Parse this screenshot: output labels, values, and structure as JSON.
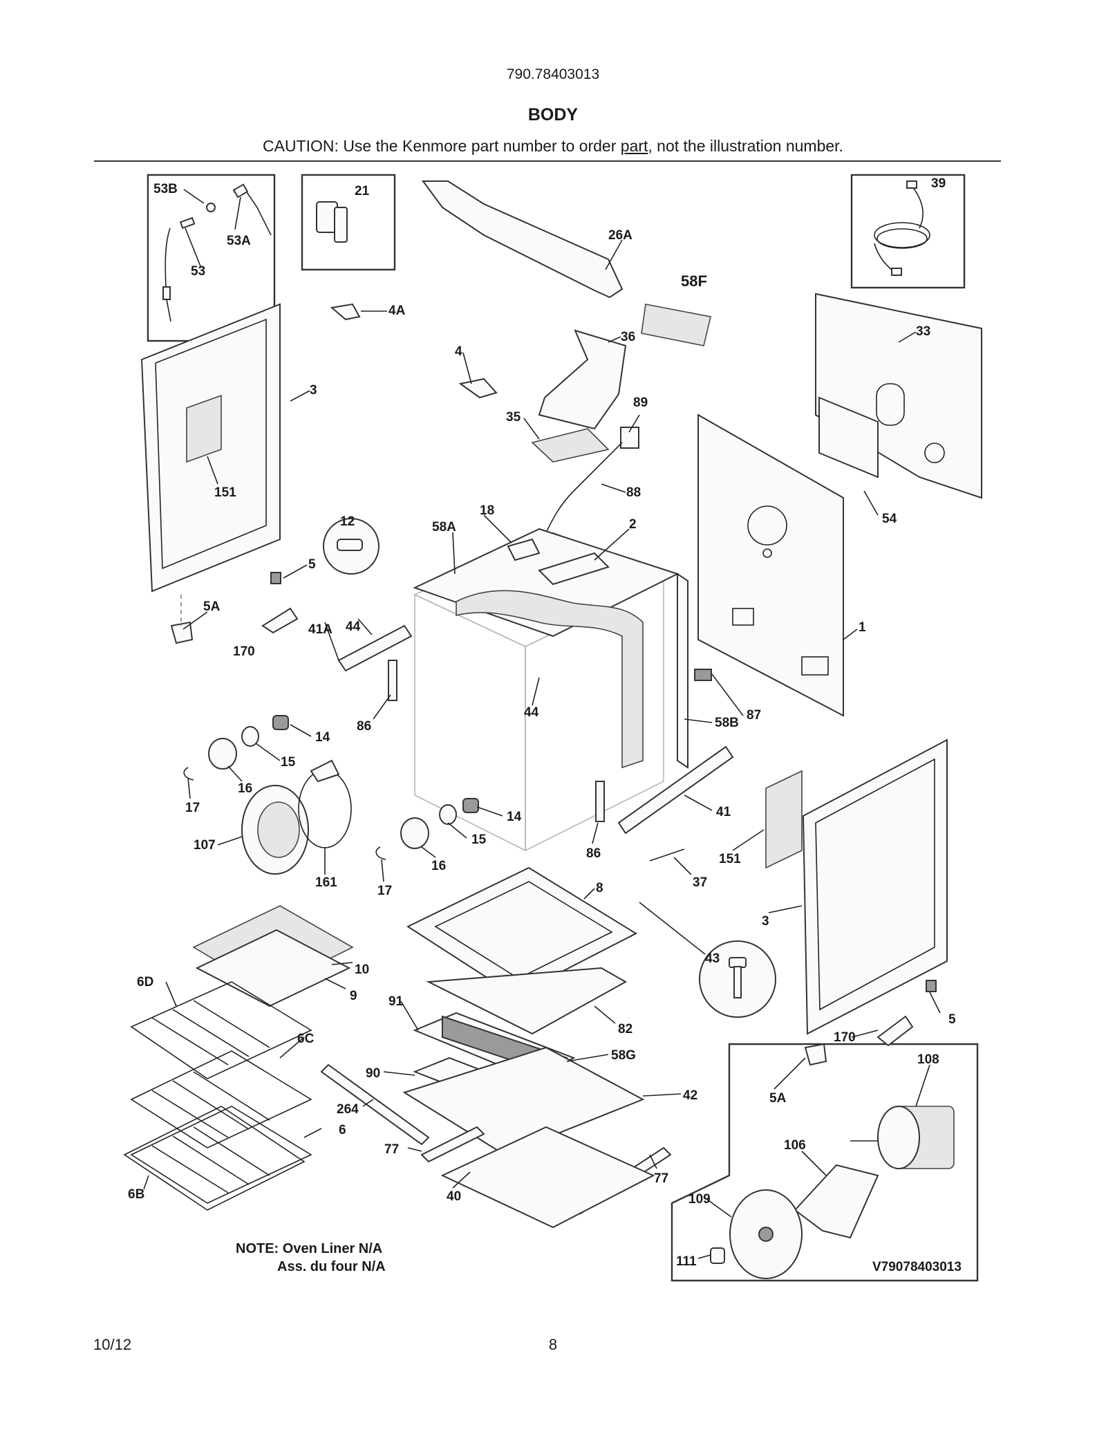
{
  "header": {
    "model_number": "790.78403013",
    "section_title": "BODY",
    "caution_prefix": "CAUTION: Use the Kenmore part number to order ",
    "caution_link": "part",
    "caution_suffix": ", not the illustration number."
  },
  "callouts": {
    "c53B": "53B",
    "c53A": "53A",
    "c53": "53",
    "c21": "21",
    "c26A": "26A",
    "c39": "39",
    "c58F": "58F",
    "c4A": "4A",
    "c4": "4",
    "c36": "36",
    "c33": "33",
    "c3_left": "3",
    "c151_left": "151",
    "c35": "35",
    "c89": "89",
    "c88": "88",
    "c54": "54",
    "c12": "12",
    "c18": "18",
    "c58A": "58A",
    "c2": "2",
    "c5_left": "5",
    "c5A_left": "5A",
    "c44_left": "44",
    "c41A": "41A",
    "c170_left": "170",
    "c1": "1",
    "c87": "87",
    "c58B": "58B",
    "c44_mid": "44",
    "c86_left": "86",
    "c14_upper": "14",
    "c15_upper": "15",
    "c16_upper": "16",
    "c17_upper": "17",
    "c107": "107",
    "c161": "161",
    "c14_lower": "14",
    "c15_lower": "15",
    "c16_lower": "16",
    "c17_lower": "17",
    "c86_right": "86",
    "c41": "41",
    "c151_right": "151",
    "c37": "37",
    "c8": "8",
    "c3_right": "3",
    "c43": "43",
    "c6D": "6D",
    "c10": "10",
    "c9": "9",
    "c91": "91",
    "c82": "82",
    "c6C": "6C",
    "c5_right": "5",
    "c170_right": "170",
    "c58G": "58G",
    "c90": "90",
    "c42": "42",
    "c5A_right": "5A",
    "c108": "108",
    "c264": "264",
    "c6": "6",
    "c77_left": "77",
    "c106": "106",
    "c77_right": "77",
    "c6B": "6B",
    "c40": "40",
    "c109": "109",
    "c111": "111"
  },
  "notes": {
    "oven_liner_line1": "NOTE: Oven Liner N/A",
    "oven_liner_line2": "Ass. du four N/A"
  },
  "drawing_id": "V79078403013",
  "footer": {
    "date": "10/12",
    "page_number": "8"
  }
}
